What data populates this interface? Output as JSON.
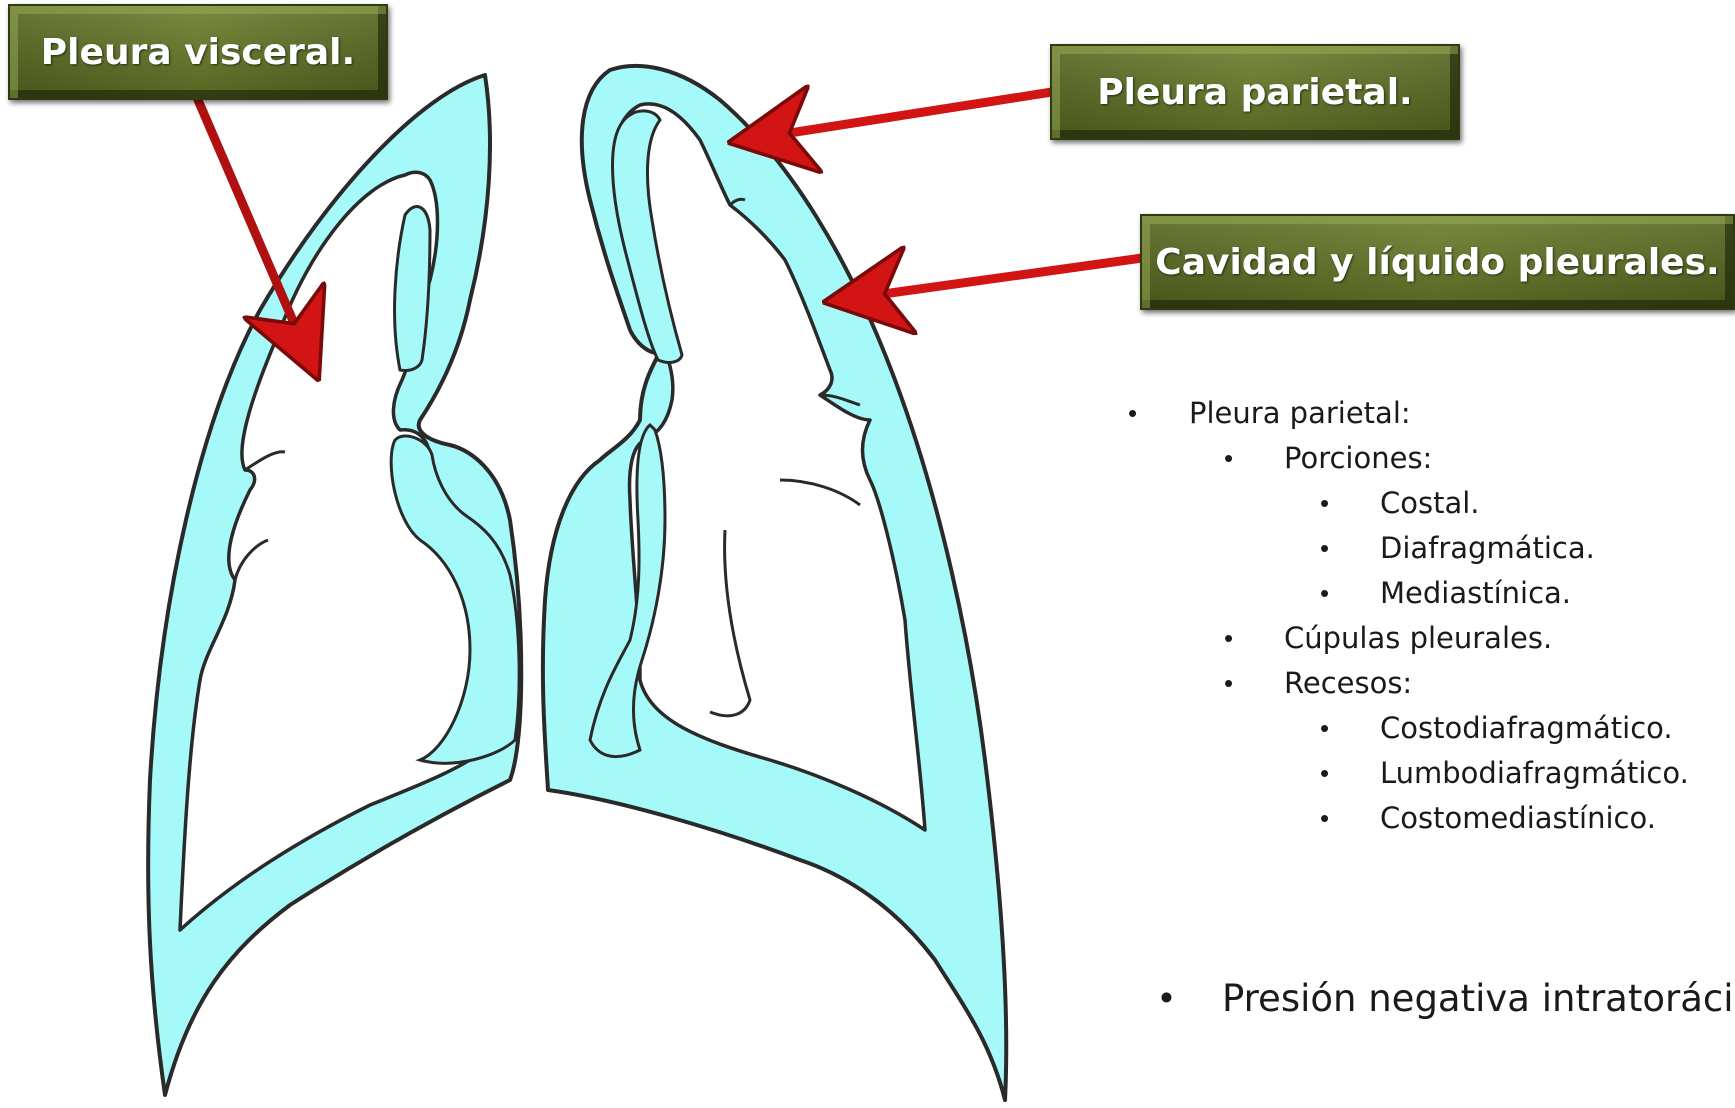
{
  "labels": {
    "visceral": "Pleura visceral.",
    "parietal": "Pleura parietal.",
    "cavidad": "Cavidad y líquido pleurales."
  },
  "notes": {
    "pleura_parietal": "Pleura parietal:",
    "porciones": "Porciones:",
    "costal": "Costal.",
    "diafragmatica": "Diafragmática.",
    "mediastinica": "Mediastínica.",
    "cupulas": "Cúpulas pleurales.",
    "recesos": "Recesos:",
    "costodiafragmatico": "Costodiafragmático.",
    "lumbodiafragmatico": "Lumbodiafragmático.",
    "costomediastinico": "Costomediastínico.",
    "presion": "Presión negativa intratorácica."
  },
  "bullet_symbol": "•",
  "colors": {
    "pleural_fill": "#a6f9f9",
    "outline": "#2a2a2a",
    "arrow": "#d21414",
    "label_bg": "#61742a",
    "label_text": "#ffffff"
  }
}
